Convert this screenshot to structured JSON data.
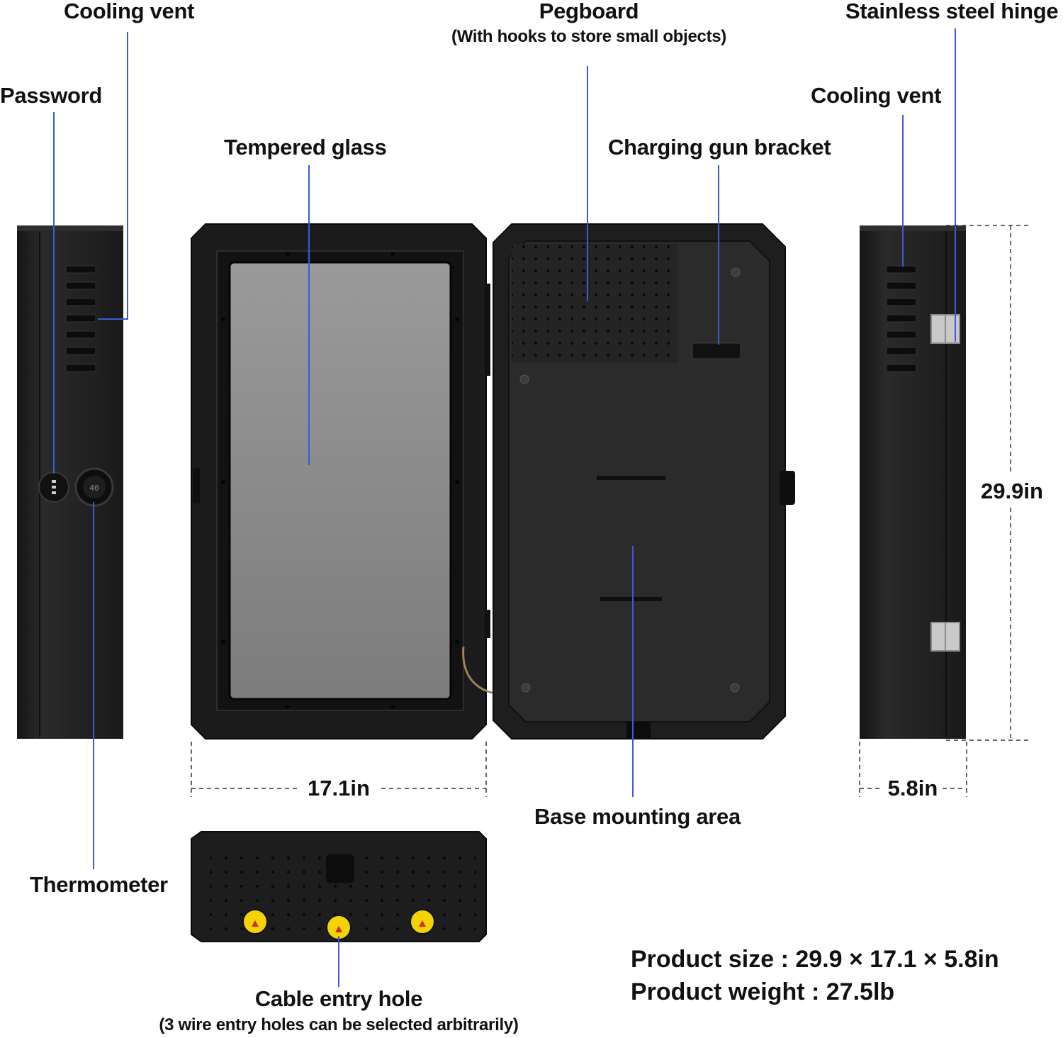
{
  "labels": {
    "cooling_vent_left": "Cooling vent",
    "password": "Password",
    "tempered_glass": "Tempered glass",
    "pegboard": "Pegboard",
    "pegboard_note": "(With hooks to store small objects)",
    "charging_gun_bracket": "Charging gun bracket",
    "cooling_vent_right": "Cooling vent",
    "stainless_steel_hinge": "Stainless steel hinge",
    "thermometer": "Thermometer",
    "base_mounting_area": "Base mounting area",
    "cable_entry_hole": "Cable entry hole",
    "cable_entry_note": "(3 wire entry holes can be selected arbitrarily)"
  },
  "dimensions": {
    "width": "17.1in",
    "height": "29.9in",
    "depth": "5.8in"
  },
  "specs": {
    "size": "Product size :  29.9 × 17.1 × 5.8in",
    "weight": "Product weight : 27.5lb"
  },
  "thermometer_display": "40",
  "colors": {
    "leader_line": "#3b5bdb",
    "cabinet": "#1c1c1c",
    "cabinet_edge": "#0d0d0d",
    "glass": "#8e8e8e",
    "hinge": "#c8c8c8",
    "warning_sticker": "#f3d400"
  }
}
